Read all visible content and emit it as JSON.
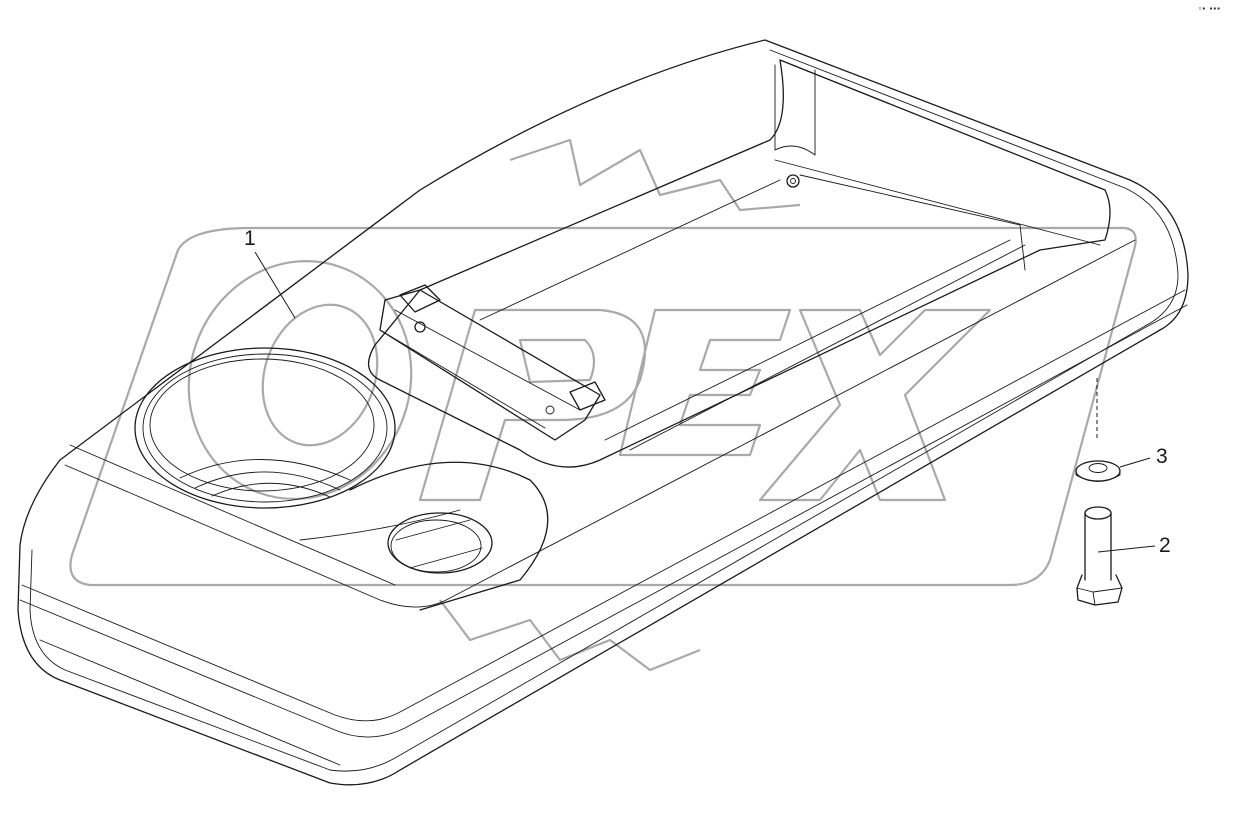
{
  "diagram": {
    "type": "exploded parts illustration",
    "subject": "console lid / armrest cover assembly",
    "watermark": "OPEX",
    "corner_mark": "▫▪ ▪▪▪",
    "callouts": [
      {
        "label": "1",
        "part": "console cover"
      },
      {
        "label": "2",
        "part": "hex bolt"
      },
      {
        "label": "3",
        "part": "washer"
      }
    ]
  }
}
